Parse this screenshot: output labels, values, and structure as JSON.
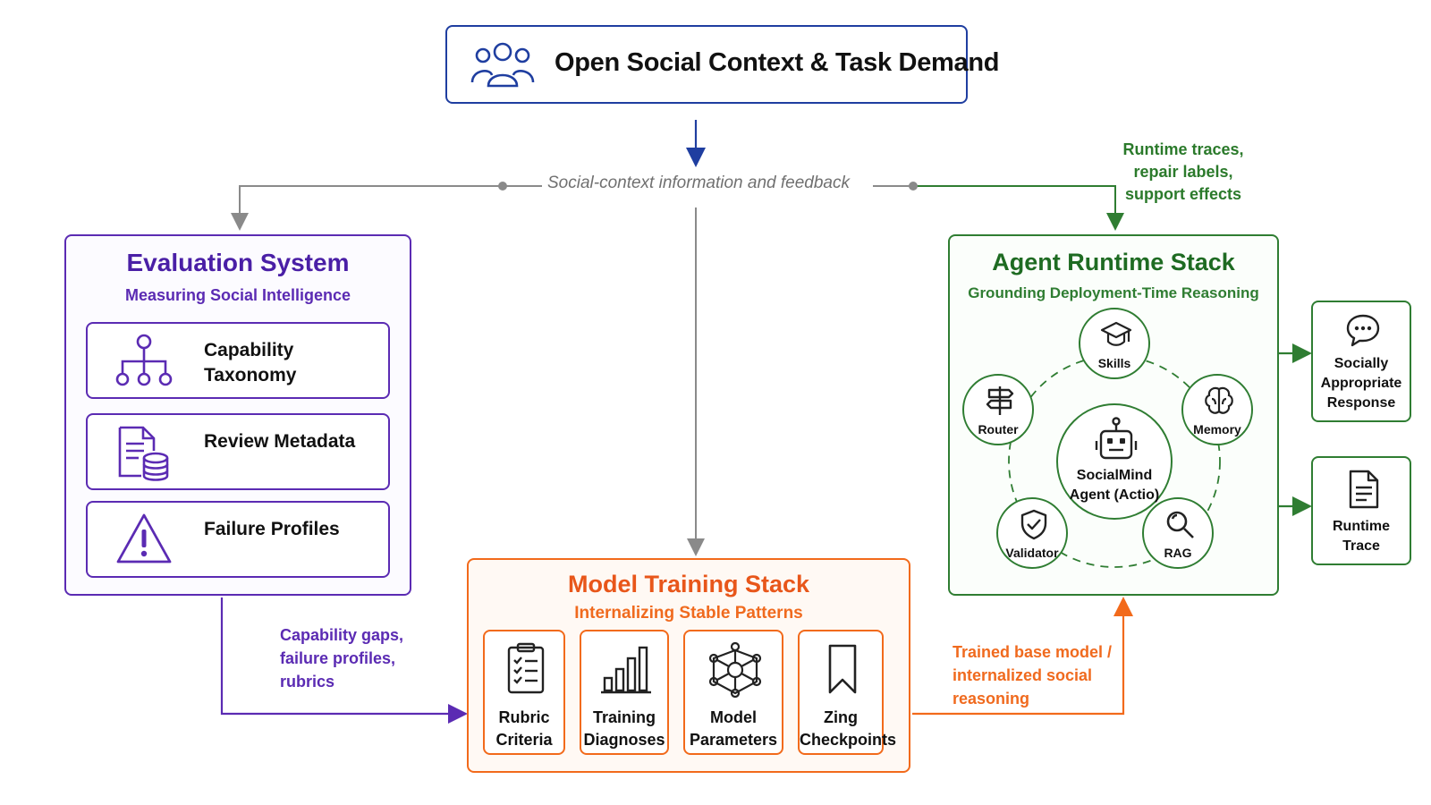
{
  "header": {
    "title": "Open Social Context & Task Demand",
    "icon": "users-icon"
  },
  "feedback": {
    "label": "Social-context information and feedback",
    "runtime_note": "Runtime traces,\nrepair labels,\nsupport effects"
  },
  "evaluation": {
    "title": "Evaluation System",
    "subtitle": "Measuring Social Intelligence",
    "items": [
      {
        "label": "Capability Taxonomy",
        "icon": "hierarchy-icon"
      },
      {
        "label": "Review Metadata",
        "icon": "document-database-icon"
      },
      {
        "label": "Failure Profiles",
        "icon": "warning-icon"
      }
    ],
    "output_note": "Capability gaps,\nfailure profiles,\nrubrics"
  },
  "training": {
    "title": "Model Training Stack",
    "subtitle": "Internalizing Stable Patterns",
    "items": [
      {
        "label": "Rubric\nCriteria",
        "icon": "clipboard-checklist-icon"
      },
      {
        "label": "Training\nDiagnoses",
        "icon": "bar-chart-icon"
      },
      {
        "label": "Model\nParameters",
        "icon": "network-icon"
      },
      {
        "label": "Zing\nCheckpoints",
        "icon": "bookmark-icon"
      }
    ],
    "output_note": "Trained base model /\ninternalized social\nreasoning"
  },
  "agent": {
    "title": "Agent Runtime Stack",
    "subtitle": "Grounding Deployment-Time Reasoning",
    "center": {
      "label": "SocialMind\nAgent (Actio)",
      "icon": "robot-icon"
    },
    "nodes": {
      "skills": {
        "label": "Skills",
        "icon": "graduation-cap-icon"
      },
      "memory": {
        "label": "Memory",
        "icon": "brain-icon"
      },
      "rag": {
        "label": "RAG",
        "icon": "magnifier-icon"
      },
      "validator": {
        "label": "Validator",
        "icon": "shield-check-icon"
      },
      "router": {
        "label": "Router",
        "icon": "signpost-icon"
      }
    }
  },
  "outputs": [
    {
      "label": "Socially\nAppropriate\nResponse",
      "icon": "chat-bubble-icon"
    },
    {
      "label": "Runtime\nTrace",
      "icon": "document-icon"
    }
  ],
  "colors": {
    "navy": "#1f3ea0",
    "purple": "#5b2bb3",
    "orange": "#f26a1b",
    "green": "#2f7d32",
    "gray": "#8a8a8a"
  }
}
